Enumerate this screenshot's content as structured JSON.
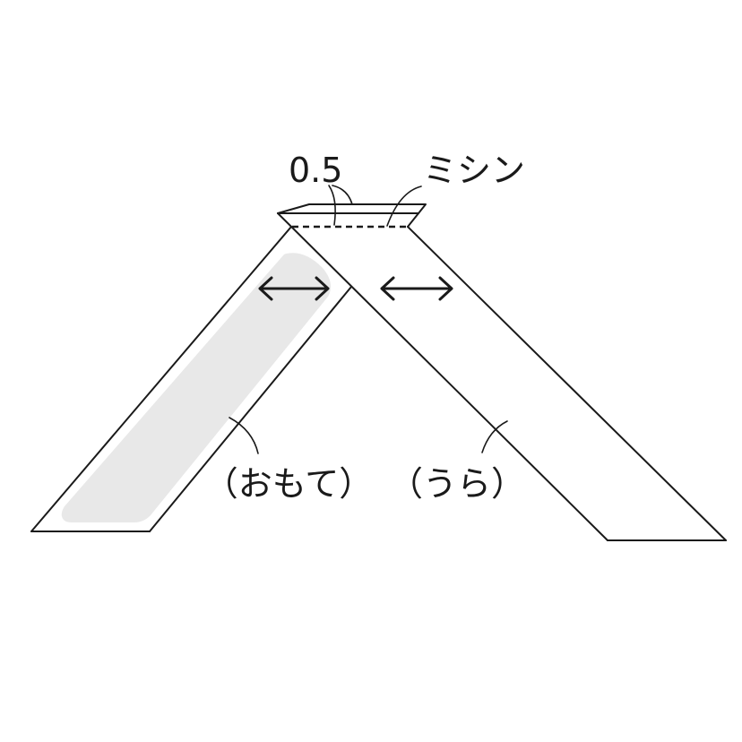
{
  "labels": {
    "seam_allowance": "0.5",
    "stitch": "ミシン",
    "front": "（おもて）",
    "back": "（うら）"
  },
  "colors": {
    "line": "#1a1a1a",
    "front_fill": "#e8e8e8",
    "background": "#ffffff"
  },
  "icons": {
    "left_arrow": "double-arrow-icon",
    "right_arrow": "double-arrow-icon"
  }
}
